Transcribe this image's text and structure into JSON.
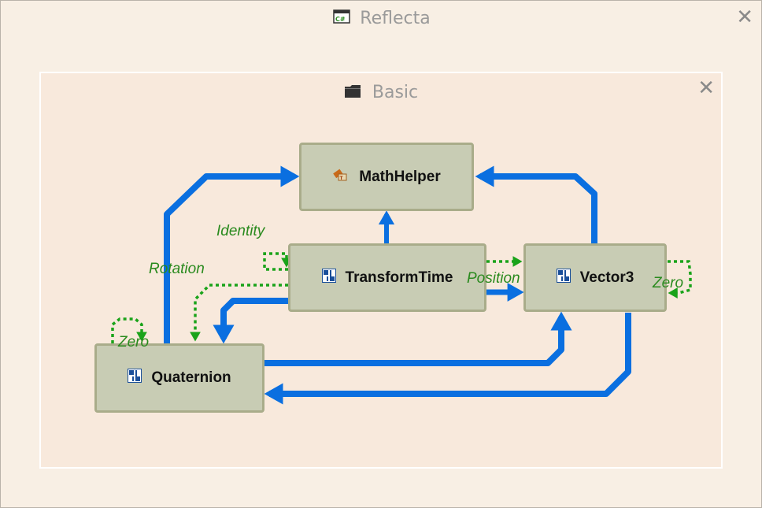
{
  "window": {
    "title": "Reflecta",
    "title_icon": "csharp-window-icon",
    "close_label": "✕"
  },
  "group": {
    "title": "Basic",
    "title_icon": "folder-icon",
    "close_label": "✕"
  },
  "nodes": {
    "mathhelper": {
      "label": "MathHelper",
      "icon": "static-class-icon"
    },
    "transformtime": {
      "label": "TransformTime",
      "icon": "struct-icon"
    },
    "vector3": {
      "label": "Vector3",
      "icon": "struct-icon"
    },
    "quaternion": {
      "label": "Quaternion",
      "icon": "struct-icon"
    }
  },
  "edge_labels": {
    "identity": "Identity",
    "rotation": "Rotation",
    "position": "Position",
    "zero_vector3": "Zero",
    "zero_quaternion": "Zero"
  },
  "colors": {
    "dependency_edge": "#0a6fe0",
    "member_edge": "#1aa31a",
    "node_fill": "#c8ccb4",
    "node_border": "#a9ac8a",
    "edge_label": "#2a8a1e"
  }
}
